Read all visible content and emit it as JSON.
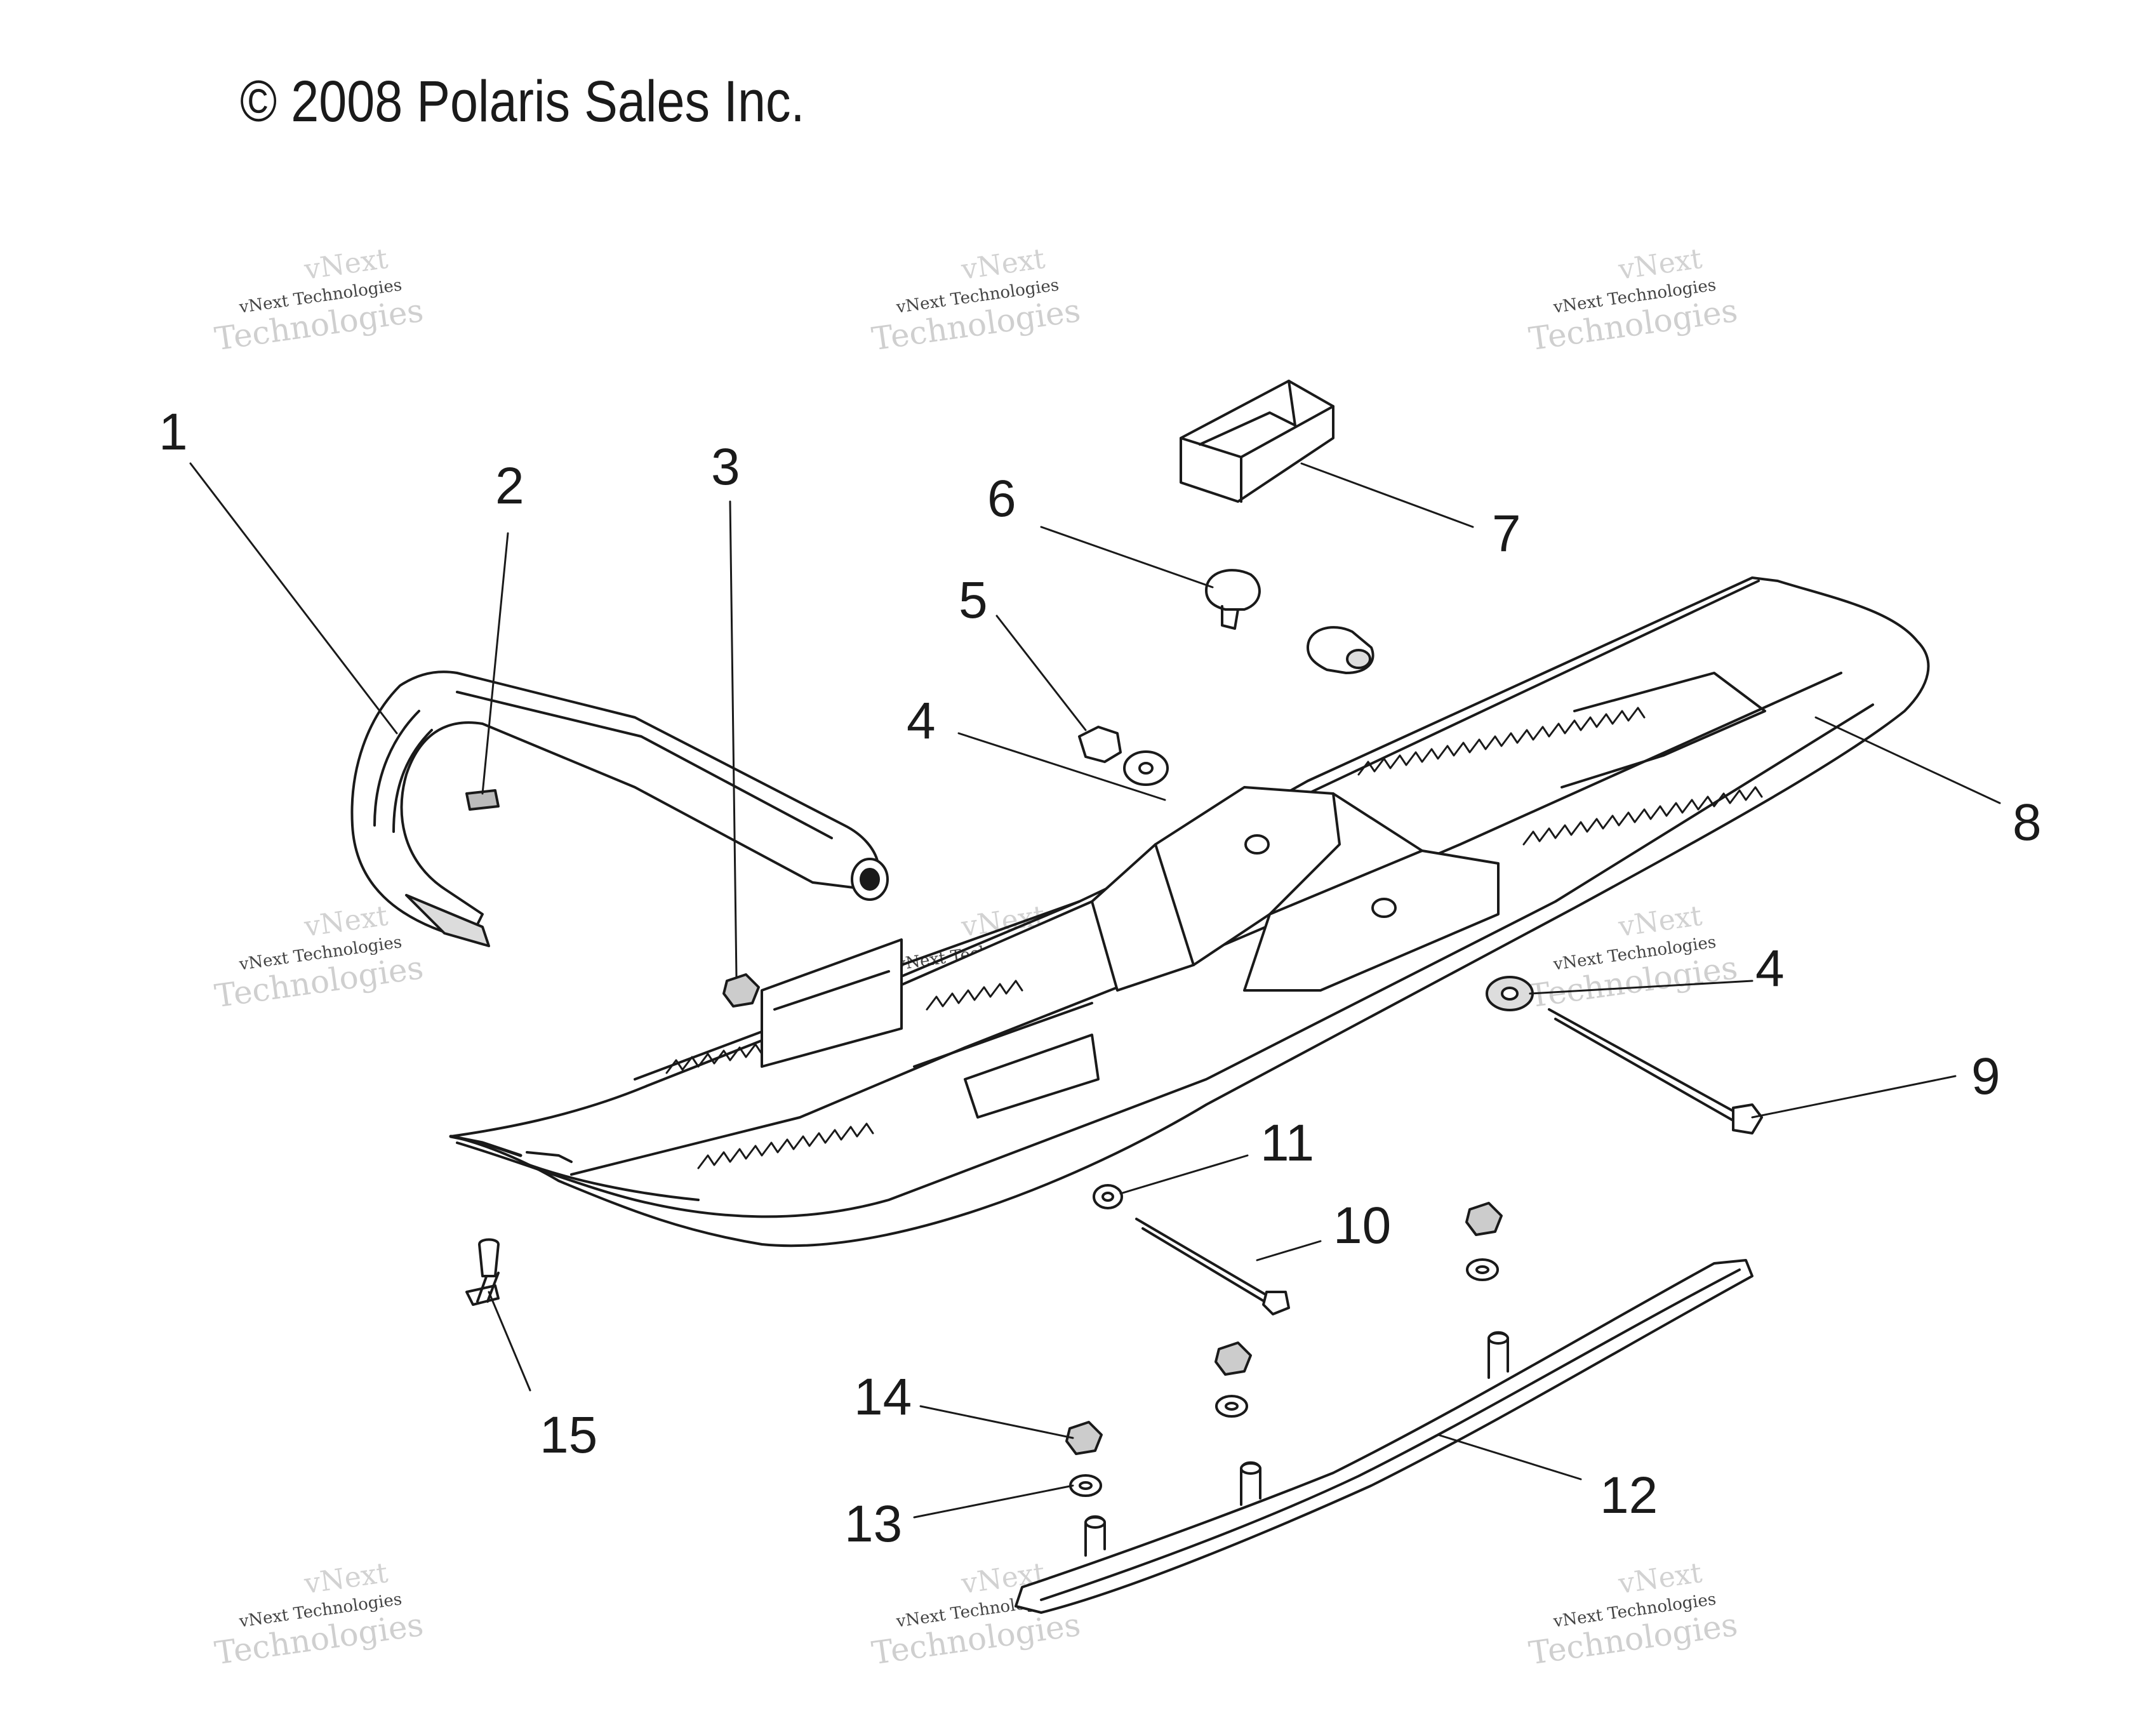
{
  "copyright": "© 2008 Polaris Sales Inc.",
  "watermark": {
    "company": "vNext Technologies",
    "line_top": "vNext",
    "line_bottom": "Technologies"
  },
  "callouts": [
    {
      "id": "1",
      "label": "1"
    },
    {
      "id": "2",
      "label": "2"
    },
    {
      "id": "3",
      "label": "3"
    },
    {
      "id": "4a",
      "label": "4"
    },
    {
      "id": "4b",
      "label": "4"
    },
    {
      "id": "5",
      "label": "5"
    },
    {
      "id": "6",
      "label": "6"
    },
    {
      "id": "7",
      "label": "7"
    },
    {
      "id": "8",
      "label": "8"
    },
    {
      "id": "9",
      "label": "9"
    },
    {
      "id": "10",
      "label": "10"
    },
    {
      "id": "11",
      "label": "11"
    },
    {
      "id": "12",
      "label": "12"
    },
    {
      "id": "13",
      "label": "13"
    },
    {
      "id": "14",
      "label": "14"
    },
    {
      "id": "15",
      "label": "15"
    }
  ],
  "colors": {
    "line": "#1a1a1a",
    "fill": "#ffffff",
    "shade": "#e6e6e6"
  }
}
